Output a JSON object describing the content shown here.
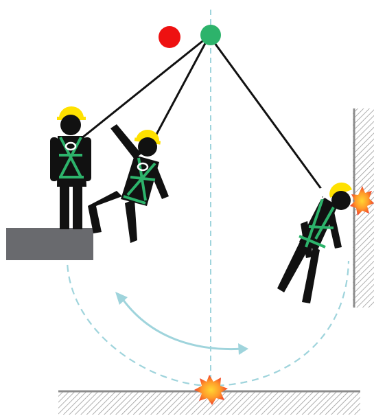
{
  "diagram": {
    "figures": [
      {
        "role": "worker-standing-on-platform"
      },
      {
        "role": "worker-falling-off-edge"
      },
      {
        "role": "worker-swinging-into-wall"
      }
    ],
    "markers": [
      {
        "role": "anchor-point",
        "color": "#2db36b"
      },
      {
        "role": "offset-anchor-point",
        "color": "#ee1111"
      }
    ],
    "impacts": [
      {
        "role": "wall-impact"
      },
      {
        "role": "ground-impact"
      }
    ],
    "colors": {
      "helmet": "#ffe100",
      "harness": "#2db36b",
      "body": "#111111",
      "platform": "#696a6e",
      "swing_path": "#9fd4dc",
      "swing_arrow": "#9fd4dc",
      "hatching": "#9a9a9a"
    },
    "icons": [
      "helmet-icon",
      "harness-icon",
      "impact-burst-icon"
    ]
  }
}
